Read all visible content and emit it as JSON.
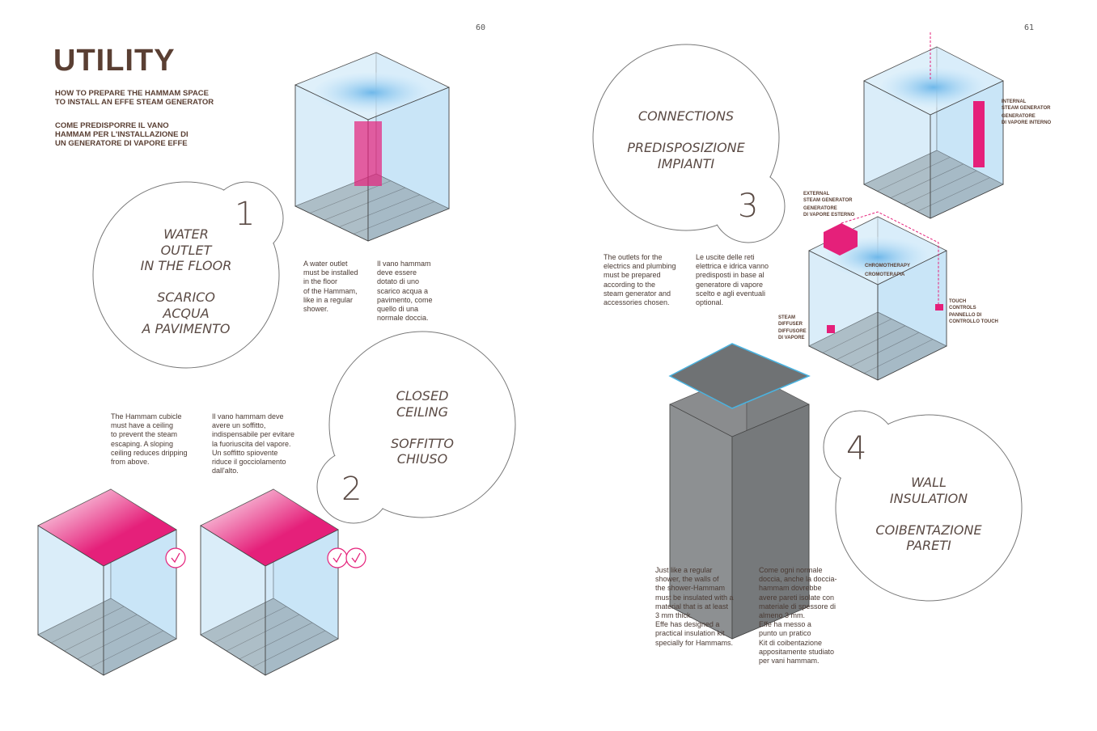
{
  "pages": {
    "left": "60",
    "right": "61"
  },
  "title": "UTILITY",
  "subtitle_en": "HOW TO PREPARE THE HAMMAM SPACE TO INSTALL AN EFFE STEAM GENERATOR",
  "subtitle_it": "COME PREDISPORRE IL VANO HAMMAM PER L'INSTALLAZIONE DI UN GENERATORE DI VAPORE EFFE",
  "sections": [
    {
      "number": "1",
      "bubble": "WATER\nOUTLET\nIN THE FLOOR\n\nSCARICO\nACQUA\nA PAVIMENTO",
      "text_en": "A water outlet\nmust be installed\nin the floor\nof the Hammam,\nlike in a regular\nshower.",
      "text_it": "Il vano hammam\ndeve essere\ndotato di uno\nscarico acqua a\npavimento, come\nquello di una\nnormale doccia."
    },
    {
      "number": "2",
      "bubble": "CLOSED\nCEILING\n\nSOFFITTO\nCHIUSO",
      "text_en": "The Hammam cubicle\nmust have a ceiling\nto prevent the steam\nescaping. A sloping\nceiling reduces dripping\nfrom above.",
      "text_it": "Il vano hammam deve\navere un soffitto,\nindispensabile per evitare\nla fuoriuscita del vapore.\nUn soffitto spiovente\nriduce il gocciolamento\ndall'alto."
    },
    {
      "number": "3",
      "bubble": "CONNECTIONS\n\nPREDISPOSIZIONE\nIMPIANTI",
      "text_en": "The outlets for the\nelectrics and plumbing\nmust be prepared\naccording to the\nsteam generator and\naccessories chosen.",
      "text_it": "Le uscite delle reti\nelettrica e idrica vanno\npredisposti in base al\ngeneratore di vapore\nscelto e agli eventuali\noptional."
    },
    {
      "number": "4",
      "bubble": "WALL\nINSULATION\n\nCOIBENTAZIONE\nPARETI",
      "text_en": "Just like a regular\nshower, the walls of\nthe shower-Hammam\nmust be insulated with a\nmaterial that is at least\n3 mm thick.\nEffe has designed a\npractical insulation kit\nspecially for Hammams.",
      "text_it": "Come ogni normale\ndoccia, anche la doccia-\nhammam dovrebbe\navere pareti isolate con\nmateriale di spessore di\nalmeno 3 mm.\nEffe ha messo a\npunto un pratico\nKit di coibentazione\nappositamente studiato\nper vani hammam."
    }
  ],
  "labels": {
    "internal": "INTERNAL\nSTEAM GENERATOR",
    "internal_it": "GENERATORE\nDI VAPORE INTERNO",
    "external": "EXTERNAL\nSTEAM GENERATOR",
    "external_it": "GENERATORE\nDI VAPORE ESTERNO",
    "chromo": "CHROMOTHERAPY",
    "chromo_it": "CROMOTERAPIA",
    "touch": "TOUCH\nCONTROLS",
    "touch_it": "PANNELLO DI\nCONTROLLO TOUCH",
    "diffuser": "STEAM\nDIFFUSER",
    "diffuser_it": "DIFFUSORE\nDI VAPORE"
  },
  "colors": {
    "accent": "#e5207a",
    "text": "#5a3f33",
    "glass": "#bfe0f5"
  }
}
